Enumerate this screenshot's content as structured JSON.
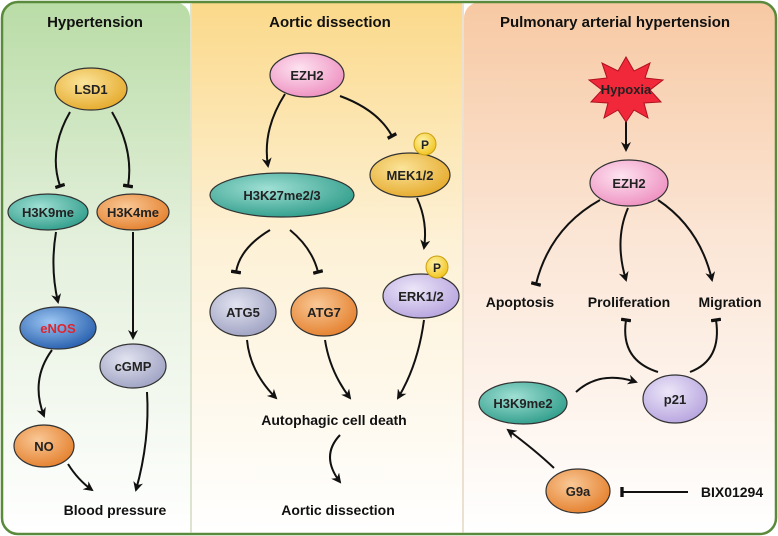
{
  "colors": {
    "frame": "#5a8a3c",
    "panel_left": "#cfe6c4",
    "panel_middle": "#fbe8b8",
    "panel_right": "#f9dcc3",
    "yellow_node": "#f0c040",
    "pink_node": "#f4a7cf",
    "teal_node": "#4fb3a2",
    "orange_node": "#ef9b4f",
    "purple_node": "#c5b6e4",
    "gray_node": "#b4b6d0",
    "blue_node": "#2f6fc4",
    "enos_text": "#e0242c",
    "hypoxia_burst": "#f0283a",
    "phospho_badge": "#f7d43a"
  },
  "panels": {
    "hypertension": {
      "title": "Hypertension",
      "nodes": {
        "lsd1": "LSD1",
        "h3k9me": "H3K9me",
        "h3k4me": "H3K4me",
        "enos": "eNOS",
        "cgmp": "cGMP",
        "no": "NO"
      },
      "outcome": "Blood pressure"
    },
    "aortic": {
      "title": "Aortic dissection",
      "nodes": {
        "ezh2": "EZH2",
        "h3k27": "H3K27me2/3",
        "mek": "MEK1/2",
        "erk": "ERK1/2",
        "atg5": "ATG5",
        "atg7": "ATG7"
      },
      "phospho": "P",
      "death": "Autophagic cell death",
      "outcome": "Aortic dissection"
    },
    "pah": {
      "title": "Pulmonary arterial hypertension",
      "nodes": {
        "hypoxia": "Hypoxia",
        "ezh2": "EZH2",
        "h3k9me2": "H3K9me2",
        "p21": "p21",
        "g9a": "G9a"
      },
      "labels": {
        "apoptosis": "Apoptosis",
        "proliferation": "Proliferation",
        "migration": "Migration",
        "inhibitor": "BIX01294"
      }
    }
  }
}
